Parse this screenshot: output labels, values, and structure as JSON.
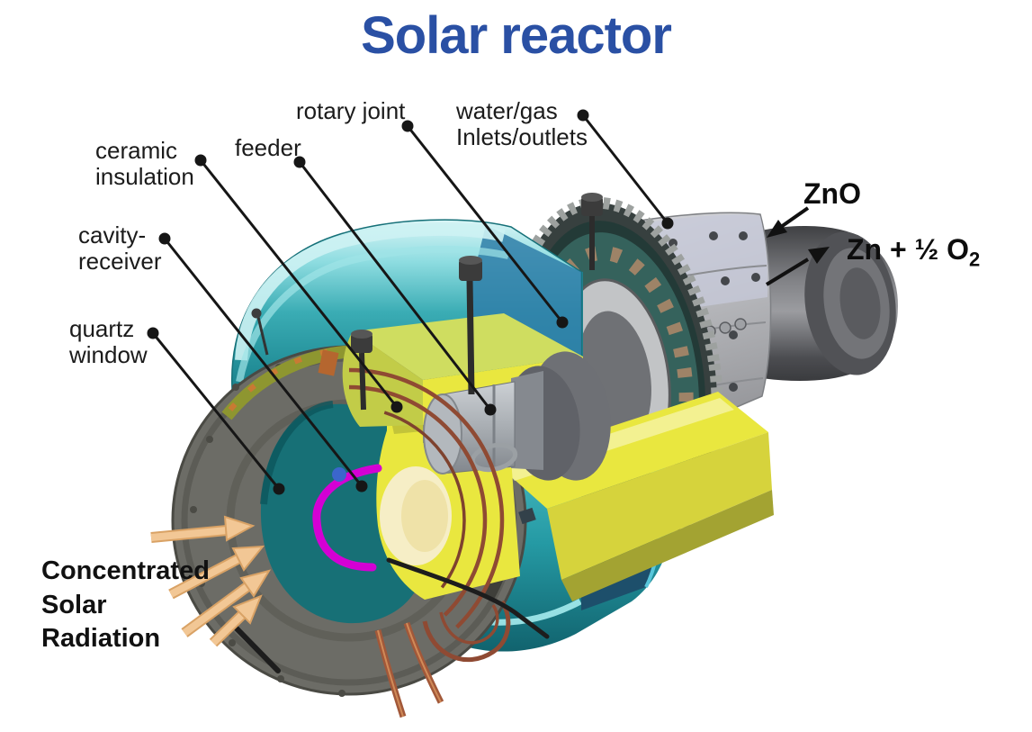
{
  "title": "Solar reactor",
  "callouts": {
    "ceramic_insulation": "ceramic\ninsulation",
    "feeder": "feeder",
    "rotary_joint": "rotary joint",
    "water_gas": "water/gas\nInlets/outlets",
    "cavity_receiver": "cavity-\nreceiver",
    "quartz_window": "quartz\nwindow",
    "solar_radiation": "Concentrated\nSolar\nRadiation"
  },
  "reaction": {
    "reactant": "ZnO",
    "products": "Zn + ½ O",
    "products_subscript": "2"
  },
  "colors": {
    "title_blue": "#2a50a4",
    "body_teal": "#3aacb4",
    "body_highlight": "#cdf2f3",
    "bulkhead_teal": "#1f7f8d",
    "insulation_yellow": "#e9e73f",
    "insulation_olive": "#9aa636",
    "flange_gray": "#6c6c66",
    "window_teal": "#177076",
    "cavity_glow_magenta": "#d400d4",
    "cooling_coil_copper": "#8f4a33",
    "gear_dark": "#37403f",
    "inlet_block_silver": "#c4c5ca",
    "rear_drum_gray": "#55565a",
    "solar_ray_tan": "#f2c795",
    "label_text": "#1b1b1b"
  }
}
